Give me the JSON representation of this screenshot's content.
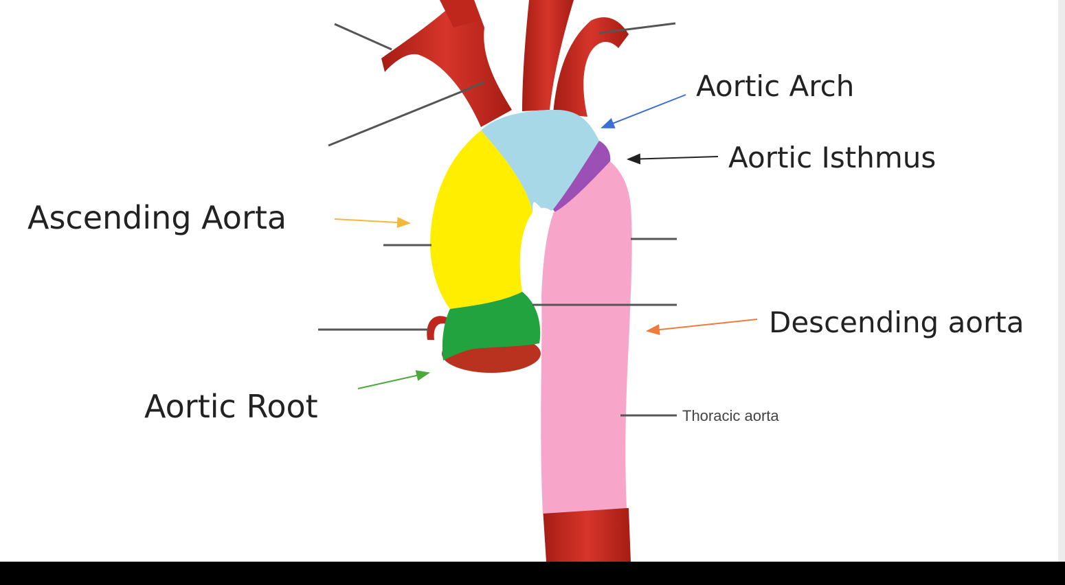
{
  "labels": {
    "aortic_arch": "Aortic Arch",
    "aortic_isthmus": "Aortic Isthmus",
    "ascending_aorta": "Ascending Aorta",
    "descending_aorta": "Descending aorta",
    "aortic_root": "Aortic Root",
    "thoracic_aorta": "Thoracic aorta"
  },
  "colors": {
    "vessel_red": "#c0271c",
    "aortic_arch": "#a6d8e8",
    "aortic_isthmus": "#9c4fb5",
    "ascending_aorta": "#ffee00",
    "aortic_root": "#22a33f",
    "descending_aorta": "#f7a6c9",
    "arrow_arch": "#3a6fd6",
    "arrow_isthmus": "#222222",
    "arrow_ascending": "#f5b73a",
    "arrow_descending": "#ef7a3a",
    "arrow_root": "#4aaa3a"
  }
}
